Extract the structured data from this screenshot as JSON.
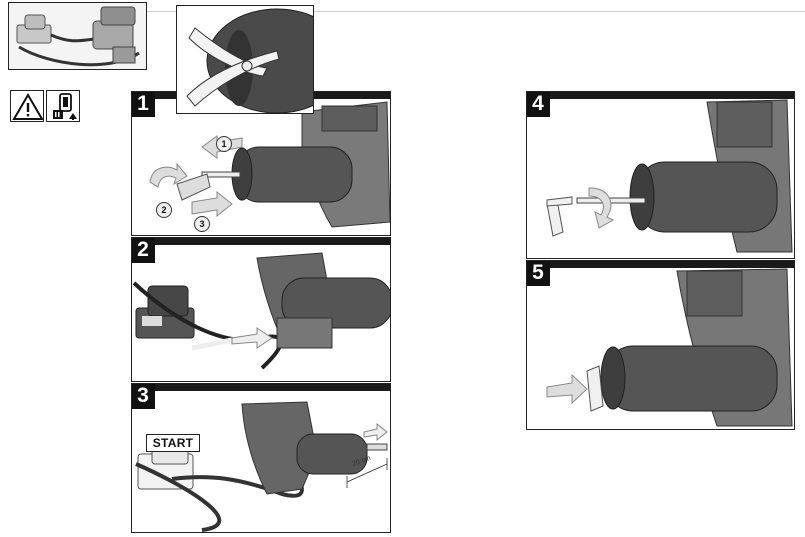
{
  "panels": [
    {
      "number": "1"
    },
    {
      "number": "2"
    },
    {
      "number": "3"
    },
    {
      "number": "4"
    },
    {
      "number": "5"
    }
  ],
  "step1_callouts": [
    "1",
    "2",
    "3"
  ],
  "step3": {
    "start_label": "START",
    "distance_label": "20 cm"
  },
  "icons": {
    "warning": "warning-triangle-icon",
    "battery": "battery-remove-icon"
  }
}
